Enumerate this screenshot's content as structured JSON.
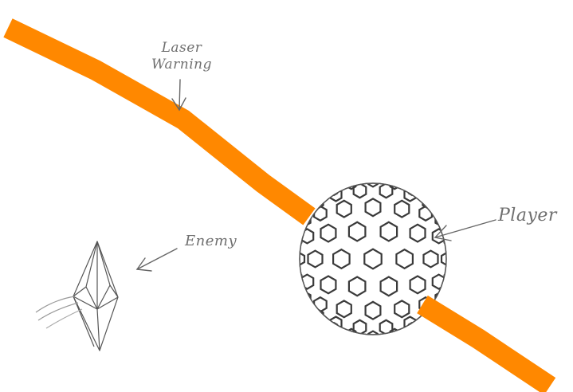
{
  "labels": {
    "laser_line1": "Laser",
    "laser_line2": "Warning",
    "player": "Player",
    "enemy": "Enemy"
  },
  "colors": {
    "laser": "#ff8800",
    "pencil": "#555555",
    "background": "#ffffff"
  },
  "icons": {
    "laser": "laser-beam-icon",
    "player": "fullerene-ball-icon",
    "enemy": "crystal-diamond-icon"
  }
}
